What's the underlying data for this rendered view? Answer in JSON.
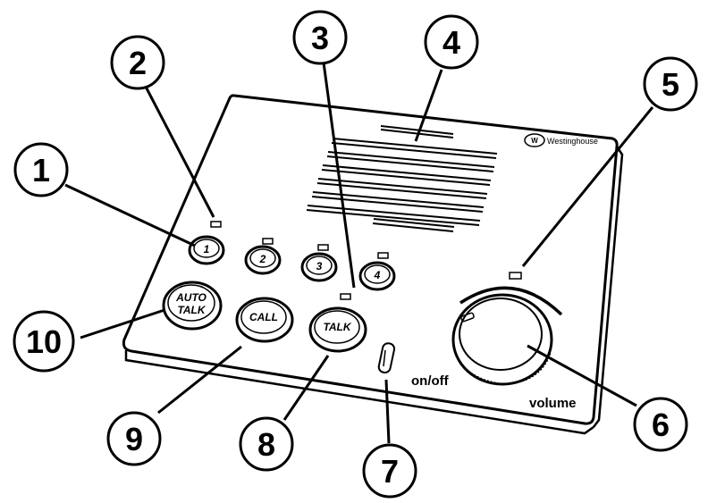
{
  "brand": {
    "name": "Westinghouse"
  },
  "labels": {
    "power_switch": "on/off",
    "volume": "volume"
  },
  "buttons": {
    "room1": "1",
    "room2": "2",
    "room3": "3",
    "room4": "4",
    "call": "CALL",
    "talk": "TALK",
    "auto_line1": "AUTO",
    "auto_line2": "TALK"
  },
  "callouts": {
    "c1": "1",
    "c2": "2",
    "c3": "3",
    "c4": "4",
    "c5": "5",
    "c6": "6",
    "c7": "7",
    "c8": "8",
    "c9": "9",
    "c10": "10"
  }
}
